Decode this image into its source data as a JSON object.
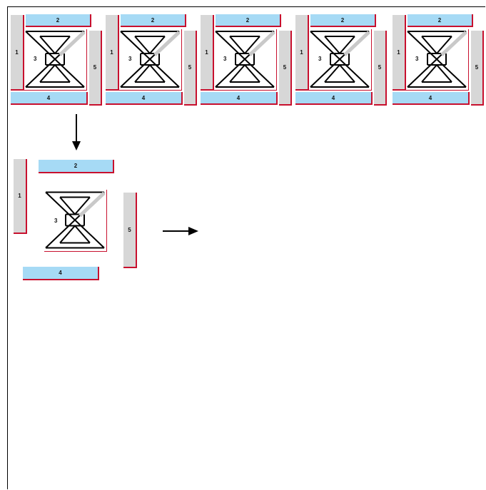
{
  "diagram": {
    "pieces": {
      "left": "1",
      "top": "2",
      "center": "3",
      "bottom": "4",
      "right": "5"
    },
    "colors": {
      "horizontal_bar": "#a6daf5",
      "vertical_bar": "#d7d7d7",
      "edge": "#c8102e",
      "lines": "#000000"
    }
  }
}
